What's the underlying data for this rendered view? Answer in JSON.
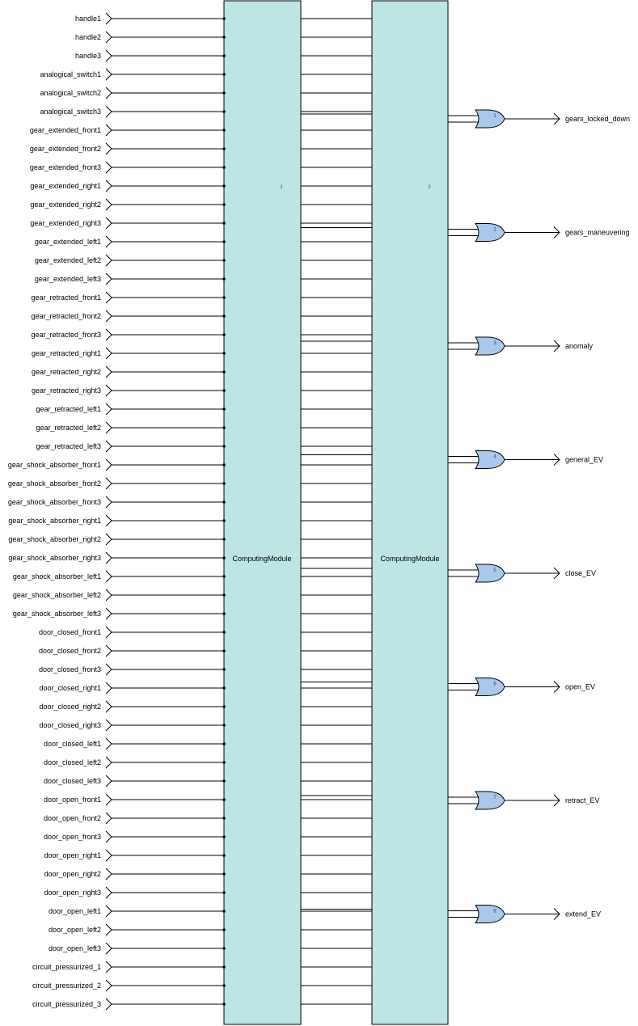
{
  "colors": {
    "module_fill": "#bde5e4",
    "gate_fill": "#a9c8ea",
    "wire": "#000000",
    "background": "#ffffff"
  },
  "inputs": [
    "handle1",
    "handle2",
    "handle3",
    "analogical_switch1",
    "analogical_switch2",
    "analogical_switch3",
    "gear_extended_front1",
    "gear_extended_front2",
    "gear_extended_front3",
    "gear_extended_right1",
    "gear_extended_right2",
    "gear_extended_right3",
    "gear_extended_left1",
    "gear_extended_left2",
    "gear_extended_left3",
    "gear_retracted_front1",
    "gear_retracted_front2",
    "gear_retracted_front3",
    "gear_retracted_right1",
    "gear_retracted_right2",
    "gear_retracted_right3",
    "gear_retracted_left1",
    "gear_retracted_left2",
    "gear_retracted_left3",
    "gear_shock_absorber_front1",
    "gear_shock_absorber_front2",
    "gear_shock_absorber_front3",
    "gear_shock_absorber_right1",
    "gear_shock_absorber_right2",
    "gear_shock_absorber_right3",
    "gear_shock_absorber_left1",
    "gear_shock_absorber_left2",
    "gear_shock_absorber_left3",
    "door_closed_front1",
    "door_closed_front2",
    "door_closed_front3",
    "door_closed_right1",
    "door_closed_right2",
    "door_closed_right3",
    "door_closed_left1",
    "door_closed_left2",
    "door_closed_left3",
    "door_open_front1",
    "door_open_front2",
    "door_open_front3",
    "door_open_right1",
    "door_open_right2",
    "door_open_right3",
    "door_open_left1",
    "door_open_left2",
    "door_open_left3",
    "circuit_pressurized_1",
    "circuit_pressurized_2",
    "circuit_pressurized_3"
  ],
  "modules": [
    {
      "name": "ComputingModule",
      "index": "1"
    },
    {
      "name": "ComputingModule",
      "index": "2"
    }
  ],
  "outputs": [
    {
      "gate": "1",
      "label": "gears_locked_down"
    },
    {
      "gate": "2",
      "label": "gears_maneuvering"
    },
    {
      "gate": "3",
      "label": "anomaly"
    },
    {
      "gate": "4",
      "label": "general_EV"
    },
    {
      "gate": "5",
      "label": "close_EV"
    },
    {
      "gate": "6",
      "label": "open_EV"
    },
    {
      "gate": "7",
      "label": "retract_EV"
    },
    {
      "gate": "8",
      "label": "extend_EV"
    }
  ]
}
